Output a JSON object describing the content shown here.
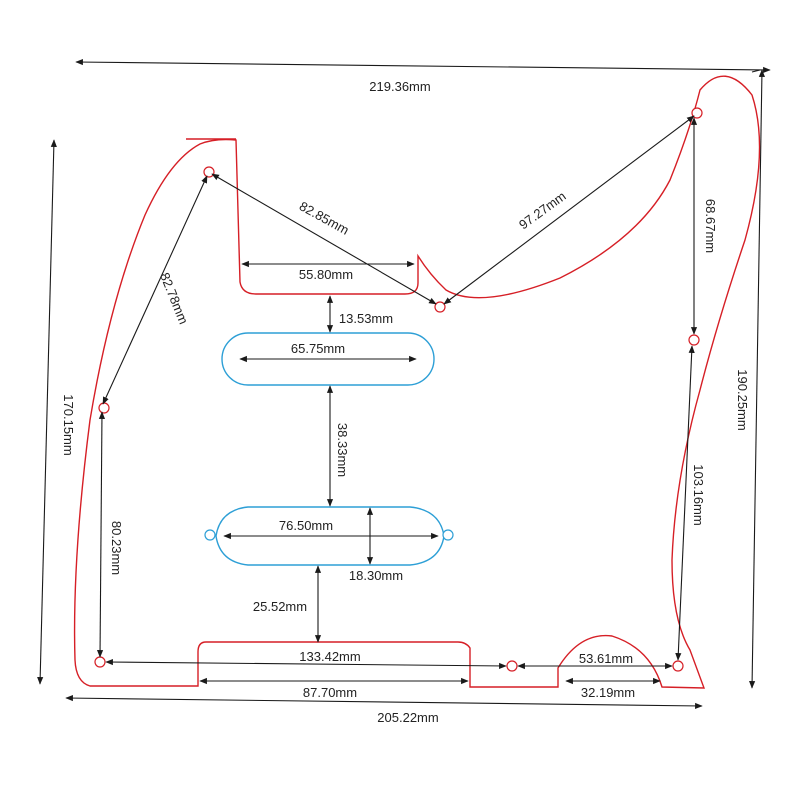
{
  "colors": {
    "outline": "#d61f26",
    "pickup": "#2d9fd6",
    "dimension": "#1a1a1a"
  },
  "dimensions": {
    "overall_width": "219.36mm",
    "overall_height_right": "190.25mm",
    "overall_height_left": "170.15mm",
    "bottom_width": "205.22mm",
    "upper_left_diag": "82.78mm",
    "top_diag": "82.85mm",
    "notch_width": "55.80mm",
    "right_diag": "97.27mm",
    "right_upper": "68.67mm",
    "notch_to_pickup": "13.53mm",
    "neck_pickup_length": "65.75mm",
    "pickup_spacing": "38.33mm",
    "bridge_pickup_length": "76.50mm",
    "bridge_pickup_height": "18.30mm",
    "pickup_to_bottom": "25.52mm",
    "left_lower": "80.23mm",
    "right_lower": "103.16mm",
    "bottom_holes": "133.42mm",
    "bottom_right_holes": "53.61mm",
    "bottom_cutout": "87.70mm",
    "bottom_right_cutout": "32.19mm"
  }
}
